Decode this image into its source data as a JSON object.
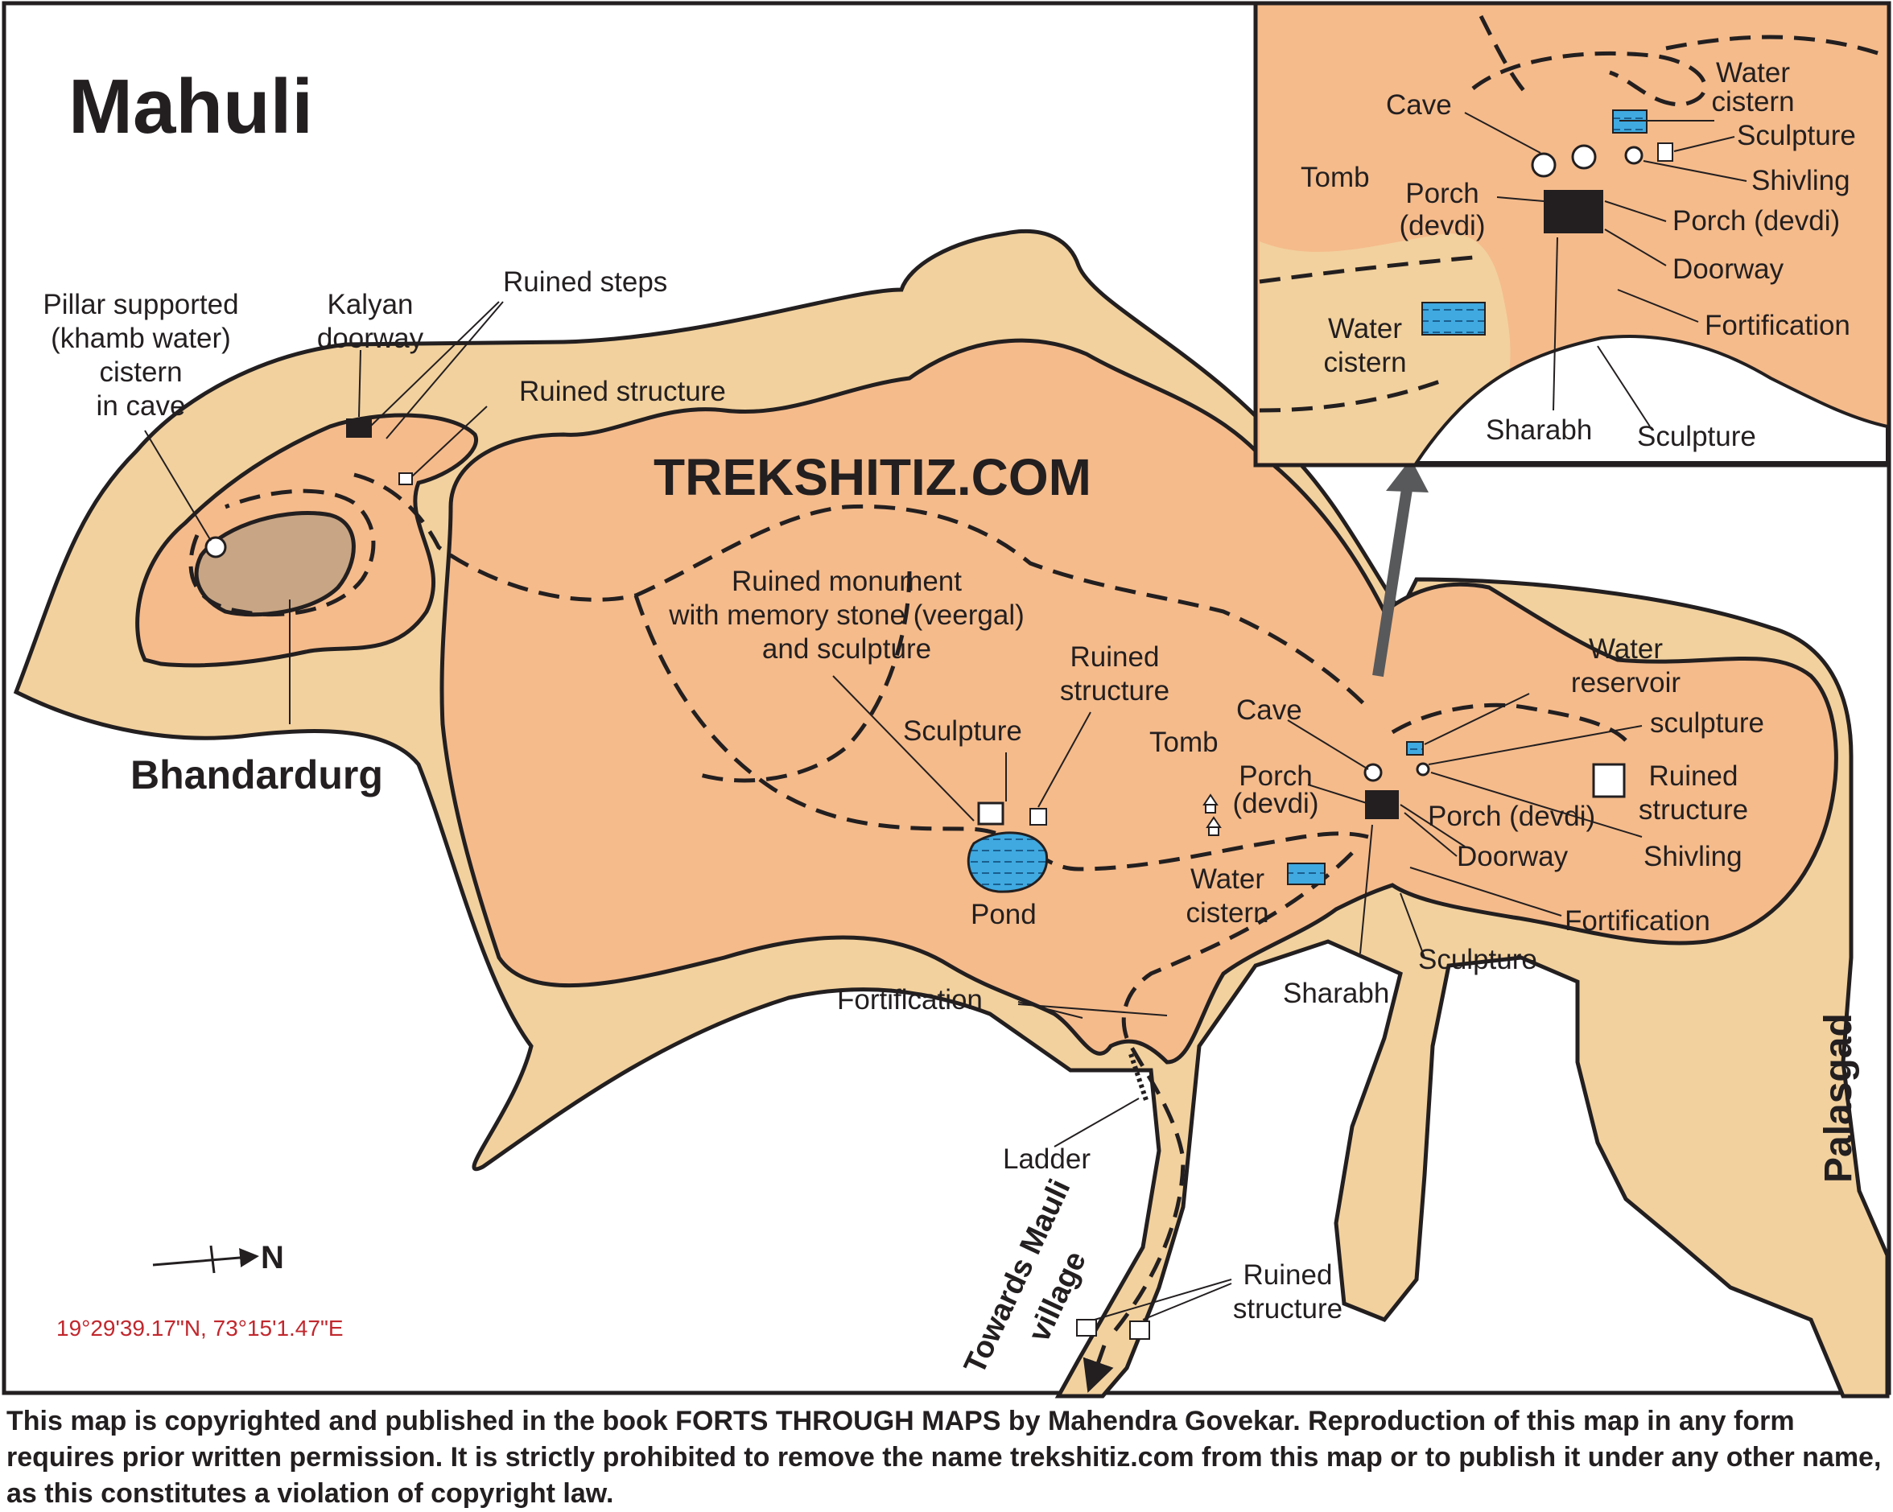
{
  "map": {
    "title": "Mahuli",
    "watermark": "TREKSHITIZ.COM",
    "north_label": "N",
    "coordinates": "19°29'39.17\"N, 73°15'1.47\"E",
    "places": {
      "bhandardurg": "Bhandardurg",
      "palasgad": "Palasgad",
      "towards_line1": "Towards Mauli",
      "towards_line2": "village"
    },
    "labels": {
      "pillar_cistern": [
        "Pillar supported",
        "(khamb water)",
        "cistern",
        "in cave"
      ],
      "kalyan_doorway": [
        "Kalyan",
        "doorway"
      ],
      "ruined_steps": "Ruined steps",
      "ruined_structure_west": "Ruined structure",
      "ruined_monument": [
        "Ruined monument",
        "with memory stone (veergal)",
        "and sculpture"
      ],
      "sculpture_pond": "Sculpture",
      "ruined_structure_pond": [
        "Ruined",
        "structure"
      ],
      "pond": "Pond",
      "tomb": "Tomb",
      "cave": "Cave",
      "porch_left": [
        "Porch",
        "(devdi)"
      ],
      "porch_right": "Porch (devdi)",
      "water_cistern": [
        "Water",
        "cistern"
      ],
      "water_reservoir": [
        "Water",
        "reservoir"
      ],
      "sculpture_east": "sculpture",
      "ruined_structure_east": [
        "Ruined",
        "structure"
      ],
      "doorway": "Doorway",
      "shivling": "Shivling",
      "fortification_east": "Fortification",
      "sharabh": "Sharabh",
      "sculpture_south": "Sculpture",
      "fortification_south": "Fortification",
      "ladder": "Ladder",
      "ruined_structure_south": [
        "Ruined",
        "structure"
      ]
    },
    "inset_labels": {
      "cave": "Cave",
      "water_cistern_top": [
        "Water",
        "cistern"
      ],
      "sculpture_top": "Sculpture",
      "shivling": "Shivling",
      "tomb": "Tomb",
      "porch_left": [
        "Porch",
        "(devdi)"
      ],
      "porch_right": "Porch (devdi)",
      "doorway": "Doorway",
      "water_cistern_left": [
        "Water",
        "cistern"
      ],
      "fortification": "Fortification",
      "sharabh": "Sharabh",
      "sculpture_bottom": "Sculpture"
    },
    "colors": {
      "outer_plateau": "#f2d19e",
      "inner_plateau": "#f5bb8b",
      "summit": "#c8a584",
      "water": "#3fa9e0",
      "ink": "#231f20",
      "coordinate_text": "#c1272d"
    }
  },
  "footer": {
    "copyright": "This map is copyrighted and published in the book FORTS THROUGH MAPS by Mahendra Govekar. Reproduction of this map in any form requires prior written permission. It is strictly prohibited to remove the name trekshitiz.com from this map or to publish it under any other name, as this constitutes a violation of copyright law."
  }
}
